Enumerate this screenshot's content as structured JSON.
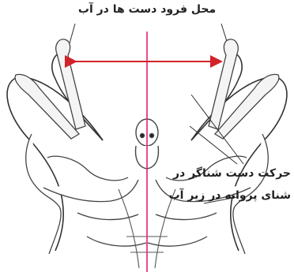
{
  "labels": {
    "hand_entry": "محل فرود دست ها در آب",
    "stroke_line1": "حرکت دست شناگر در",
    "stroke_line2": "شنای پروانه در زیر آب"
  },
  "colors": {
    "guide": "#e0207a",
    "arrow": "#d2232a",
    "ink": "#333333"
  }
}
